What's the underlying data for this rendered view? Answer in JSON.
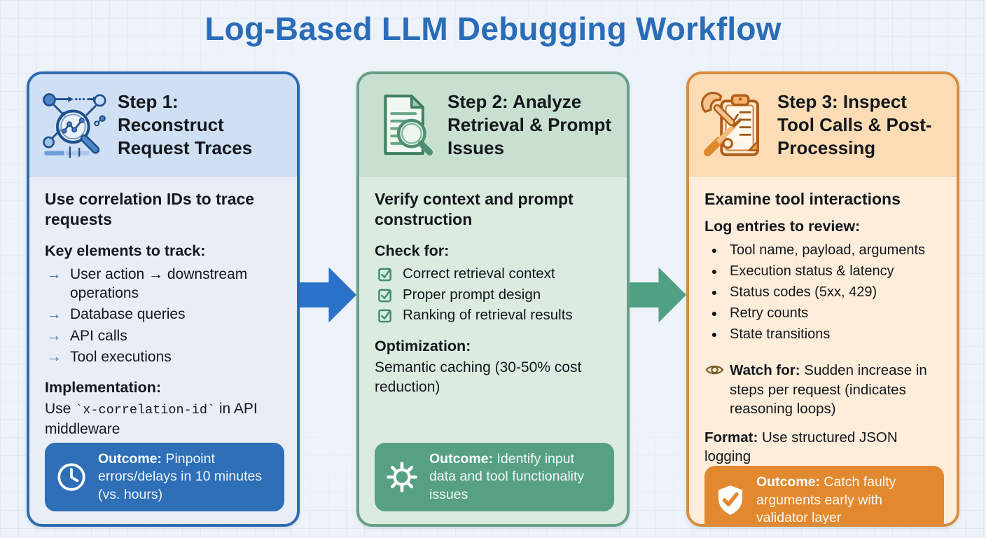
{
  "title": "Log-Based LLM Debugging Workflow",
  "bullets": {
    "arrow": "→",
    "dot": "●"
  },
  "icons": {
    "step1": "trace-magnifier-icon",
    "step2": "document-search-icon",
    "step3": "tools-clipboard-icon",
    "outcome1": "clock-icon",
    "outcome2": "gear-icon",
    "outcome3": "shield-check-icon",
    "watch": "eye-icon",
    "checklist": "checkbox-icon",
    "connector": "block-arrow-icon"
  },
  "colors": {
    "page-bg": "#eef3f9",
    "grid-line": "#d7e3ef",
    "title": "#2a6cb8",
    "step1-border": "#2e6bb2",
    "step1-header-bg": "#cfe0f5",
    "step1-body-bg": "#e8edf6",
    "step1-outcome-bg": "#2e6fb7",
    "step2-border": "#679f86",
    "step2-header-bg": "#c7e0d0",
    "step2-body-bg": "#dcebe0",
    "step2-outcome-bg": "#57a182",
    "step3-border": "#d88c3e",
    "step3-header-bg": "#fbdcb4",
    "step3-body-bg": "#fdedda",
    "step3-outcome-bg": "#e2892f",
    "arrow1": "#2a72c8",
    "arrow2": "#50a084",
    "bullet-arrow": "#3a6d96",
    "check-green": "#3f8f6b",
    "eye-brown": "#7a5a28"
  },
  "steps": [
    {
      "header": "Step 1: Reconstruct Request Traces",
      "heading": "Use correlation IDs to trace requests",
      "section1_title": "Key elements to track:",
      "items": [
        "User action → downstream operations",
        "Database queries",
        "API calls",
        "Tool executions"
      ],
      "section2_title": "Implementation:",
      "section2_pre": "Use ",
      "section2_code": "`x-correlation-id`",
      "section2_post": " in API middleware",
      "outcome": {
        "label": "Outcome:",
        "text": " Pinpoint errors/delays in 10 minutes (vs. hours)"
      }
    },
    {
      "header": "Step 2: Analyze Retrieval & Prompt Issues",
      "heading": "Verify context and prompt construction",
      "section1_title": "Check for:",
      "items": [
        "Correct retrieval context",
        "Proper prompt design",
        "Ranking of retrieval results"
      ],
      "section2_title": "Optimization:",
      "section2_text": "Semantic caching (30-50% cost reduction)",
      "outcome": {
        "label": "Outcome:",
        "text": " Identify input data and tool functionality issues"
      }
    },
    {
      "header": "Step 3: Inspect Tool Calls & Post-Processing",
      "heading": "Examine tool interactions",
      "section1_title": "Log entries to review:",
      "items": [
        "Tool name, payload, arguments",
        "Execution status & latency",
        "Status codes (5xx, 429)",
        "Retry counts",
        "State transitions"
      ],
      "watch": {
        "label": "Watch for:",
        "text": " Sudden increase in steps per request (indicates reasoning loops)"
      },
      "format": {
        "label": "Format:",
        "text": " Use structured JSON logging"
      },
      "outcome": {
        "label": "Outcome:",
        "text": " Catch faulty arguments early with validator layer"
      }
    }
  ]
}
